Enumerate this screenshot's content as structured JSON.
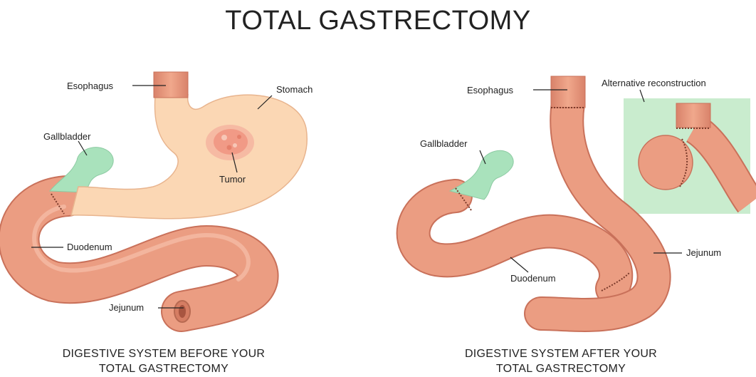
{
  "title": "TOTAL GASTRECTOMY",
  "before": {
    "labels": {
      "esophagus": "Esophagus",
      "stomach": "Stomach",
      "gallbladder": "Gallbladder",
      "tumor": "Tumor",
      "duodenum": "Duodenum",
      "jejunum": "Jejunum"
    },
    "caption_line1": "DIGESTIVE SYSTEM BEFORE YOUR",
    "caption_line2": "TOTAL GASTRECTOMY"
  },
  "after": {
    "labels": {
      "esophagus": "Esophagus",
      "alternative": "Alternative reconstruction",
      "gallbladder": "Gallbladder",
      "jejunum": "Jejunum",
      "duodenum": "Duodenum"
    },
    "caption_line1": "DIGESTIVE SYSTEM AFTER YOUR",
    "caption_line2": "TOTAL GASTRECTOMY"
  },
  "colors": {
    "intestine": "#eb9d82",
    "intestine_edge": "#c9715a",
    "stomach": "#fbd7b4",
    "stomach_edge": "#e8b48e",
    "gallbladder": "#a9e2bc",
    "tumor": "#f19a86",
    "inset_bg": "#c9ecce",
    "suture": "#7a3a2a"
  }
}
